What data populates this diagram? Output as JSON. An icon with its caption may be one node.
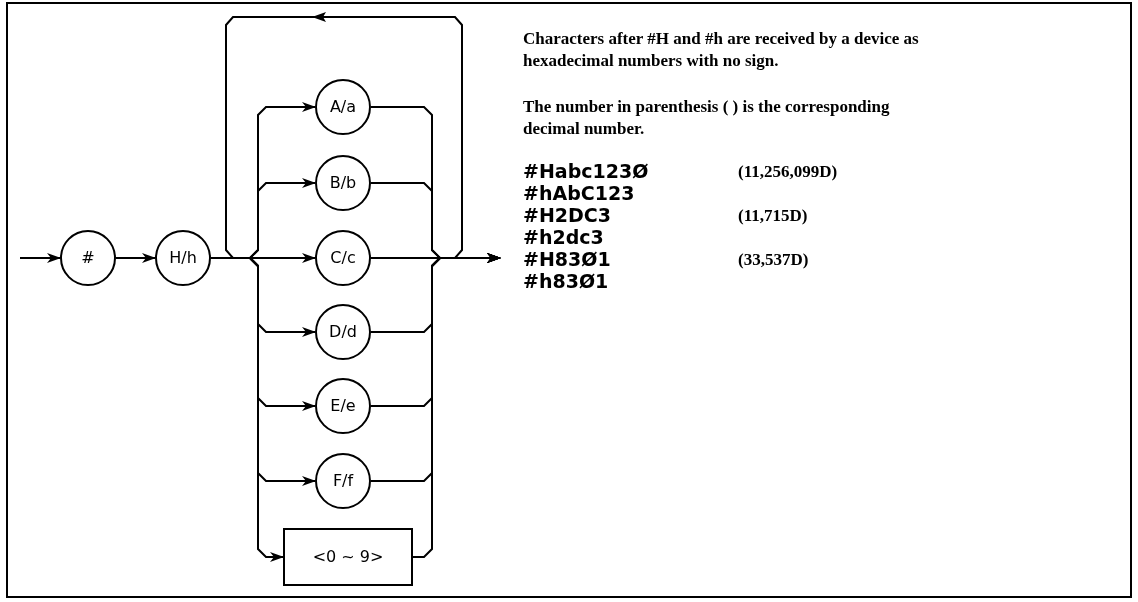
{
  "diagram": {
    "nodes": [
      {
        "text": [
          "#"
        ]
      },
      {
        "text": [
          "H/h"
        ]
      },
      {
        "text": [
          "A/a"
        ]
      },
      {
        "text": [
          "B/b"
        ]
      },
      {
        "text": [
          "C/c"
        ]
      },
      {
        "text": [
          "D/d"
        ]
      },
      {
        "text": [
          "E/e"
        ]
      },
      {
        "text": [
          "F/f"
        ]
      },
      {
        "text": [
          "<0 ~ 9>"
        ]
      }
    ],
    "edges": [
      {
        "from": null,
        "to": 0,
        "arrow": "to"
      },
      {
        "from": 0,
        "to": 1,
        "arrow": "to"
      },
      {
        "from": 1,
        "to": 2,
        "arrow": "to"
      },
      {
        "from": 1,
        "to": 3,
        "arrow": "to"
      },
      {
        "from": 1,
        "to": 4,
        "arrow": "to"
      },
      {
        "from": 1,
        "to": 5,
        "arrow": "to"
      },
      {
        "from": 1,
        "to": 6,
        "arrow": "to"
      },
      {
        "from": 1,
        "to": 7,
        "arrow": "to"
      },
      {
        "from": 1,
        "to": 8,
        "arrow": "to"
      },
      {
        "from": 2,
        "to": null,
        "arrow": "to"
      },
      {
        "from": 3,
        "to": null,
        "arrow": "to"
      },
      {
        "from": 4,
        "to": null,
        "arrow": "to"
      },
      {
        "from": 5,
        "to": null,
        "arrow": "to"
      },
      {
        "from": 6,
        "to": null,
        "arrow": "to"
      },
      {
        "from": 7,
        "to": null,
        "arrow": "to"
      },
      {
        "from": 8,
        "to": null,
        "arrow": "to"
      }
    ],
    "labels": [
      "Characters after #H and #h are received by a device as hexadecimal numbers with no sign.",
      "The number in parenthesis ( ) is the corresponding decimal number.",
      "#Habc123Ø",
      "(11,256,099D)",
      "#hAbC123",
      "#H2DC3",
      "(11,715D)",
      "#h2dc3",
      "#H83Ø1",
      "(33,537D)",
      "#h83Ø1"
    ]
  }
}
